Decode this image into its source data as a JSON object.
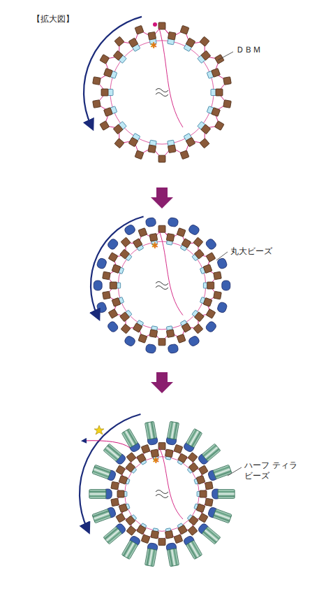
{
  "diagram": {
    "labels": [
      "【拡大図】",
      "ＤＢＭ",
      "丸大ビーズ",
      "ハーフ ティラビーズ"
    ]
  }
}
